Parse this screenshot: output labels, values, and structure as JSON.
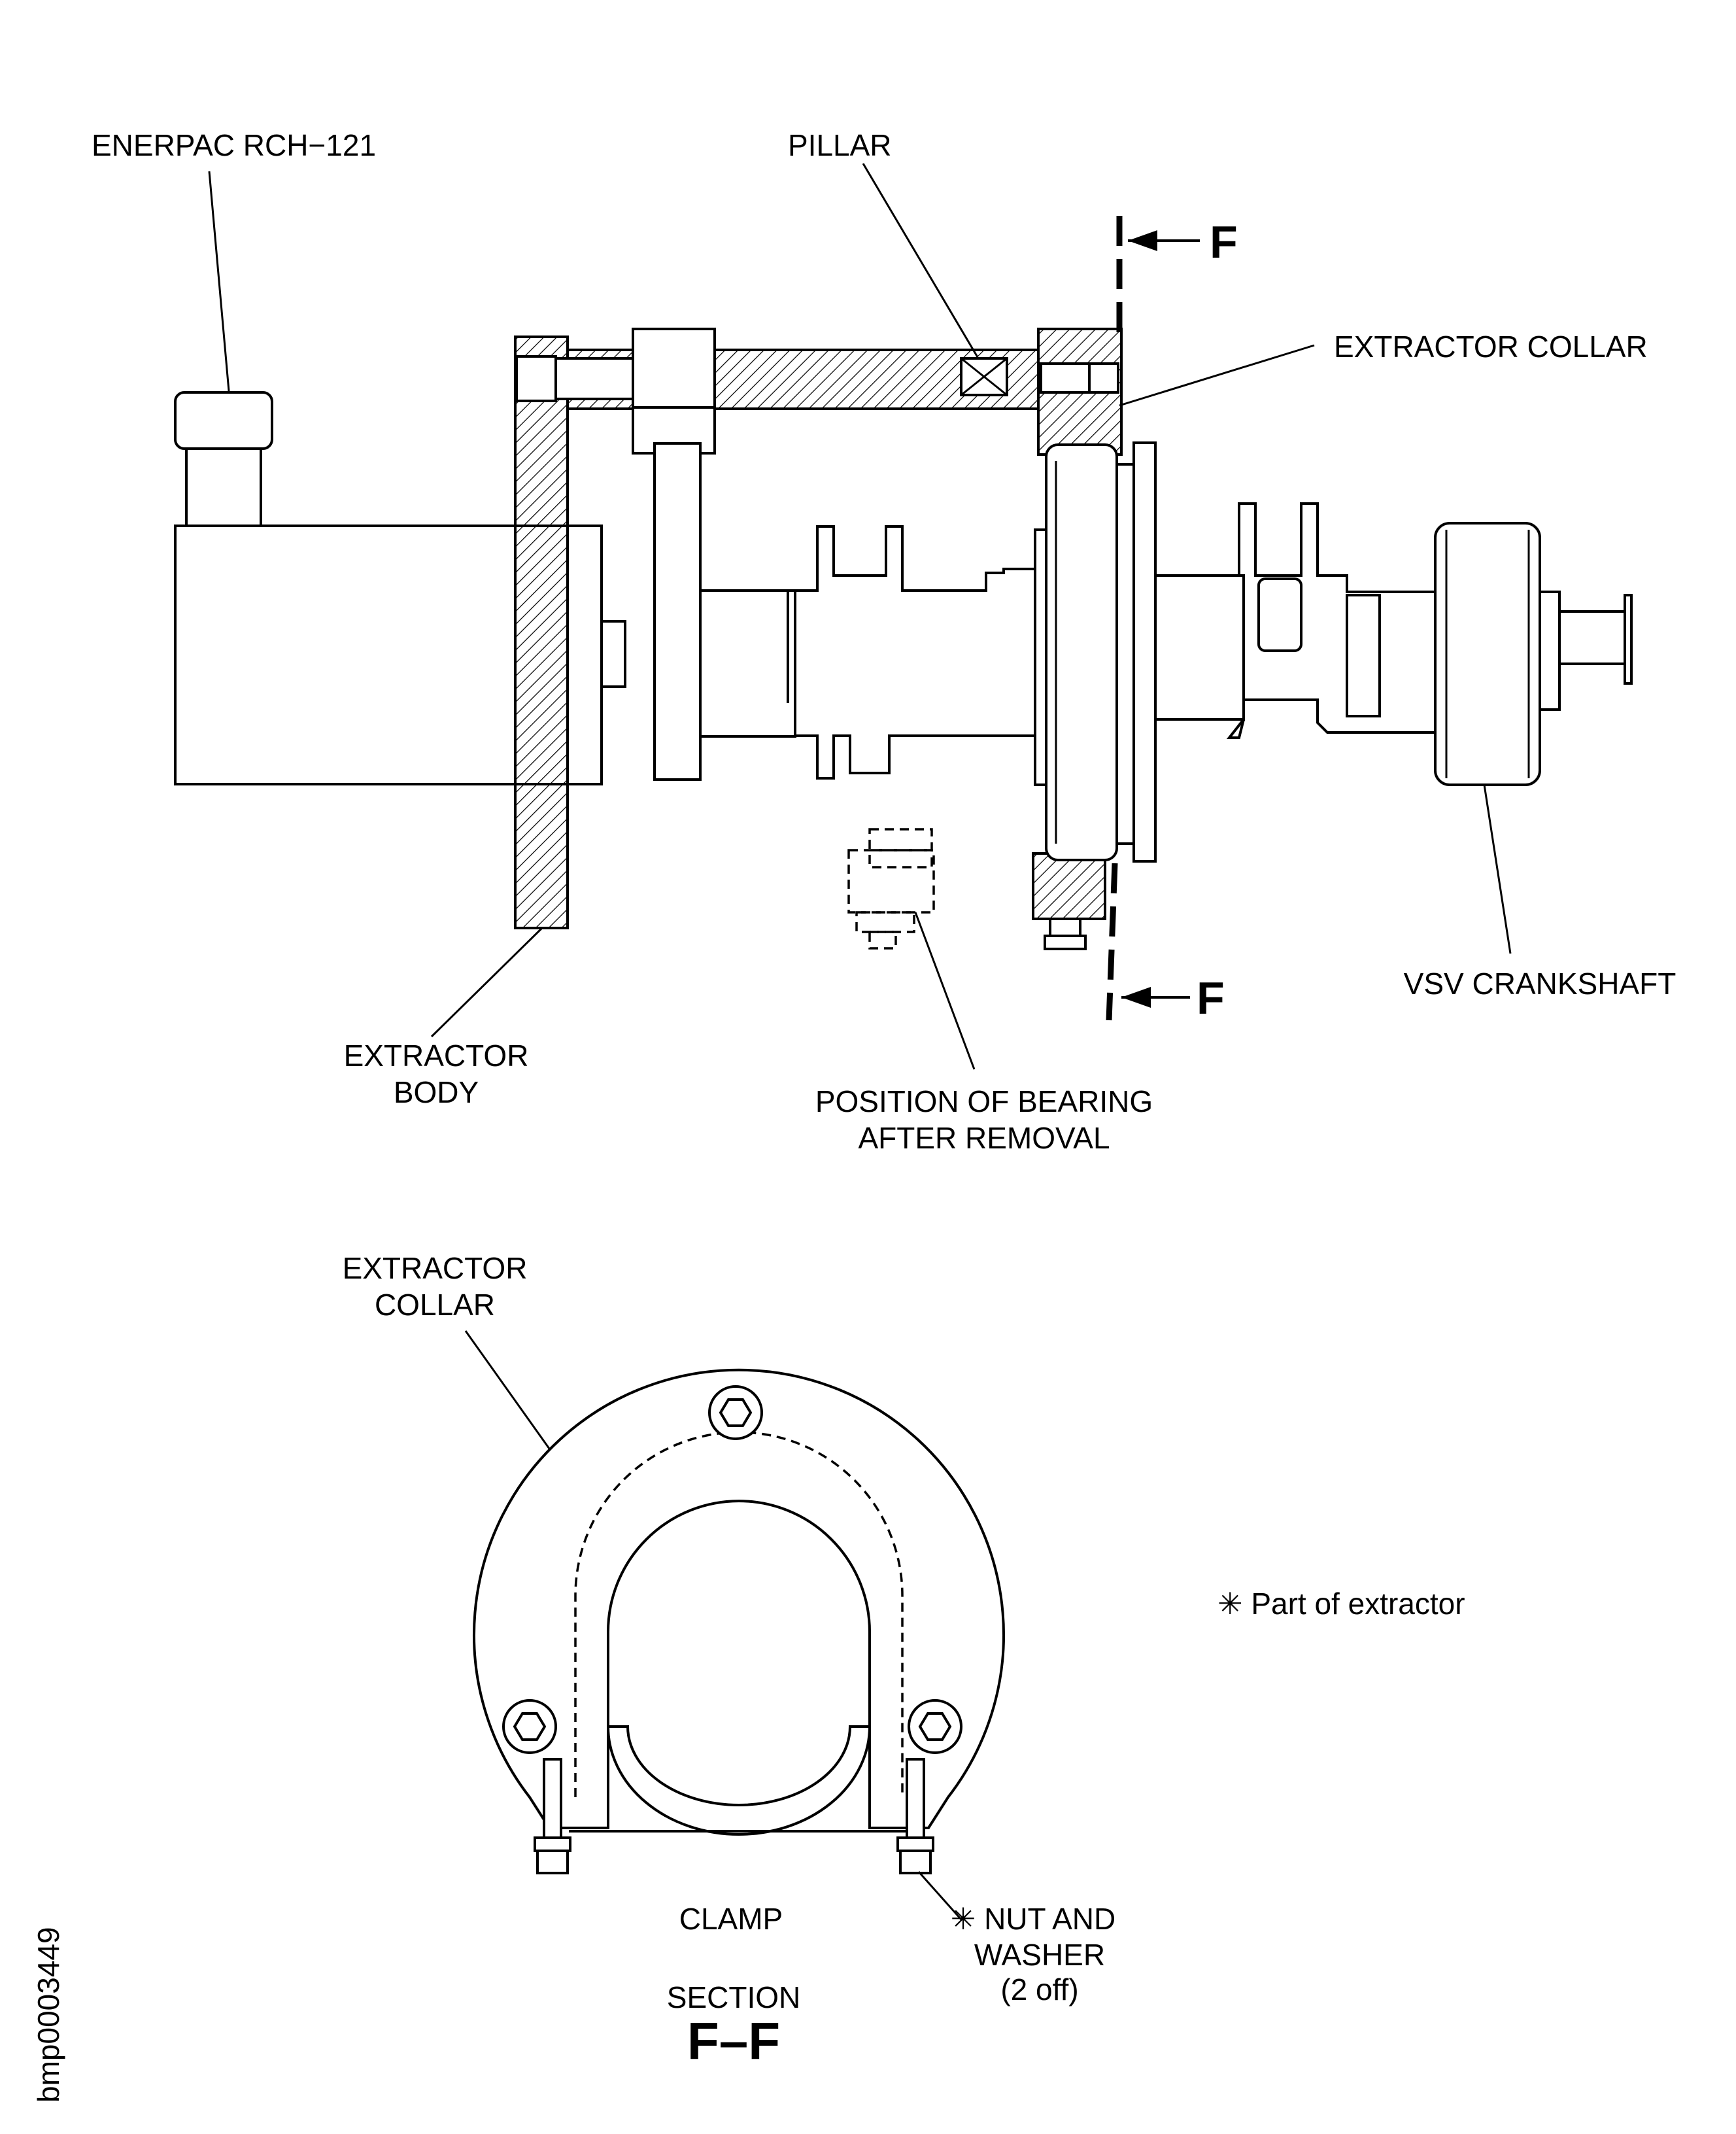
{
  "labels": {
    "enerpac": "ENERPAC RCH−121",
    "pillar": "PILLAR",
    "section_marker_top": "F",
    "section_marker_bottom": "F",
    "extractor_collar_top": "EXTRACTOR COLLAR",
    "extractor_body_line1": "EXTRACTOR",
    "extractor_body_line2": "BODY",
    "bearing_position_line1": "POSITION OF BEARING",
    "bearing_position_line2": "AFTER REMOVAL",
    "vsv_crankshaft": "VSV CRANKSHAFT",
    "extractor_collar_section_line1": "EXTRACTOR",
    "extractor_collar_section_line2": "COLLAR",
    "part_of_extractor_note": "✳ Part of extractor",
    "clamp": "CLAMP",
    "nut_washer_line1": "✳ NUT AND",
    "nut_washer_line2": "WASHER",
    "nut_washer_line3": "(2 off)",
    "section_caption": "SECTION",
    "section_id": "F–F",
    "figure_id": "bmp0003449"
  }
}
